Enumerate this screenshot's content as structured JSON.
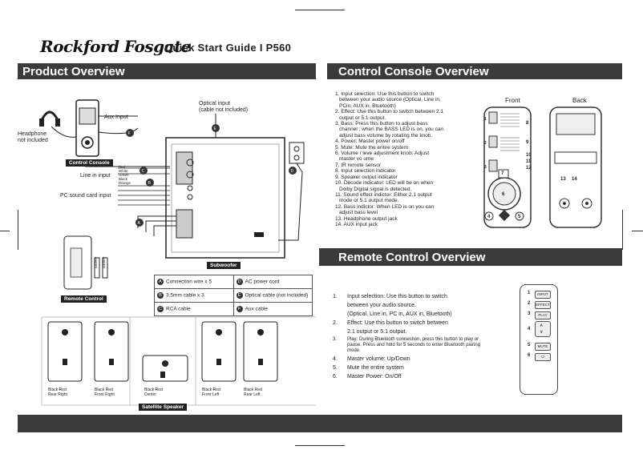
{
  "brand": "Rockford Fosgate",
  "guide_title": "Quick Start Guide I P560",
  "sections": {
    "product_overview": "Product Overview",
    "control_console_overview": "Control Console Overview",
    "remote_control_overview": "Remote Control Overview"
  },
  "product": {
    "aux_input": "Aux Input",
    "headphone": "Headphone",
    "not_included": "not included",
    "optical_input": "Optical input",
    "optical_input_sub": "(cable not included)",
    "control_console": "Control Console",
    "line_in_input": "Line in input",
    "pc_sound_card_input": "PC sound card input",
    "subwoofer": "Subwoofer",
    "remote_control": "Remote Control",
    "satellite_speaker": "Satellite Speaker",
    "battery": "Battery",
    "wires": [
      "Red",
      "White",
      "Green",
      "Black",
      "Orange"
    ],
    "speakers": [
      {
        "black": "Black",
        "red": "Red",
        "position": "Rear Right"
      },
      {
        "black": "Black",
        "red": "Red",
        "position": "Front Right"
      },
      {
        "black": "Black",
        "red": "Red",
        "position": "Center"
      },
      {
        "black": "Black",
        "red": "Red",
        "position": "Front Left"
      },
      {
        "black": "Black",
        "red": "Red",
        "position": "Rear Left"
      }
    ]
  },
  "legend": [
    [
      "A",
      "Connection wire x 5",
      "D",
      "AC power cord"
    ],
    [
      "B",
      "3.5mm cable x 3",
      "E",
      "Optical cable (not included)"
    ],
    [
      "C",
      "RCA cable",
      "F",
      "Aux cable"
    ]
  ],
  "control_console": {
    "front": "Front",
    "back": "Back",
    "items": [
      "1. Input selection: Use this button to switch",
      "   between your audio source (Optical, Line in,",
      "   PCin, AUX in, Bluetooth)",
      "2. Effect: Use this button to switch between 2.1",
      "   output or 5.1 output.",
      "3. Bass: Press this button to adjust bass",
      "   channel ; when the BASS LED is on, you can",
      "   adjust bass volume by rotating the knob.",
      "4. Power: Master power on/off",
      "5. Mute: Mute the entire system",
      "6. Volume / leve adjustment knob: Adjust",
      "   master vo ume",
      "7. IR remote sensor",
      "8. Input selection indicator",
      "9. Speaker output indicator",
      "10. Decode indicator: LED will be on when",
      "    Dolby Digital signal is detected.",
      "11. Sound effect indictor: Either 2.1 output",
      "    mode or 5.1 output mode.",
      "12. Bass indictor: When LED is on you can",
      "    adjust bass level",
      "13. Headphone output jack",
      "14. AUX input jack"
    ],
    "callouts": [
      "8",
      "9",
      "10",
      "11",
      "12",
      "7",
      "6",
      "4",
      "5",
      "13",
      "14",
      "1",
      "2",
      "3"
    ]
  },
  "remote": {
    "items": [
      {
        "n": "1.",
        "text": "Input selection: Use this button to switch"
      },
      {
        "n": "",
        "text": "between your audio source."
      },
      {
        "n": "",
        "text": "(Optical, Line in, PC in, AUX in, Bluetooth)"
      },
      {
        "n": "2.",
        "text": "Effect: Use this button to switch between"
      },
      {
        "n": "",
        "text": "2.1 output or 5.1 output."
      },
      {
        "n": "3.",
        "text": "Play: During Bluetooth connection, press this button to play or pause. Press and hold for 5 seconds to enter Bluetooth pairing mode."
      },
      {
        "n": "4.",
        "text": "Master volume: Up/Down"
      },
      {
        "n": "5.",
        "text": "Mute the entire system"
      },
      {
        "n": "6.",
        "text": "Master Power: On/Off"
      }
    ],
    "buttons": [
      {
        "num": "1",
        "label": "INPUT"
      },
      {
        "num": "2",
        "label": "EFFECT"
      },
      {
        "num": "3",
        "label": "PLAY"
      },
      {
        "num": "4",
        "label": ""
      },
      {
        "num": "5",
        "label": "MUTE"
      },
      {
        "num": "6",
        "label": "⏻"
      }
    ]
  },
  "colors": {
    "band": "#3b3b3b",
    "text": "#222222"
  }
}
